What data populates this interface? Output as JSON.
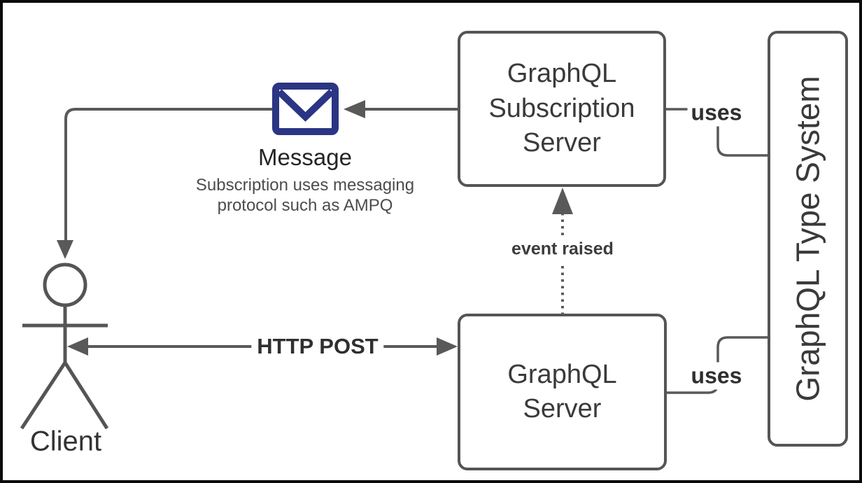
{
  "diagram": {
    "nodes": {
      "subscription_server": {
        "label": "GraphQL\nSubscription\nServer"
      },
      "graphql_server": {
        "label": "GraphQL\nServer"
      },
      "type_system": {
        "label": "GraphQL Type System"
      },
      "client": {
        "label": "Client"
      },
      "message": {
        "label": "Message",
        "note": "Subscription uses messaging\nprotocol such as AMPQ",
        "icon": "envelope-icon"
      }
    },
    "edges": {
      "http_post": {
        "label": "HTTP POST",
        "style": "solid-double-arrow"
      },
      "event_raised": {
        "label": "event raised",
        "style": "dotted-arrow-up"
      },
      "uses_top": {
        "label": "uses",
        "style": "elbow-connector"
      },
      "uses_bottom": {
        "label": "uses",
        "style": "elbow-connector"
      },
      "server_to_message": {
        "label": "",
        "style": "arrow-left"
      },
      "message_to_client": {
        "label": "",
        "style": "elbow-arrow-down"
      }
    },
    "colors": {
      "line": "#595959",
      "box_border": "#555555",
      "box_text": "#3a3a3a",
      "label_text": "#2f2f2f",
      "note_text": "#4c4c4c",
      "envelope": "#2b3583",
      "frame": "#0a0a0a",
      "background": "#ffffff"
    }
  }
}
